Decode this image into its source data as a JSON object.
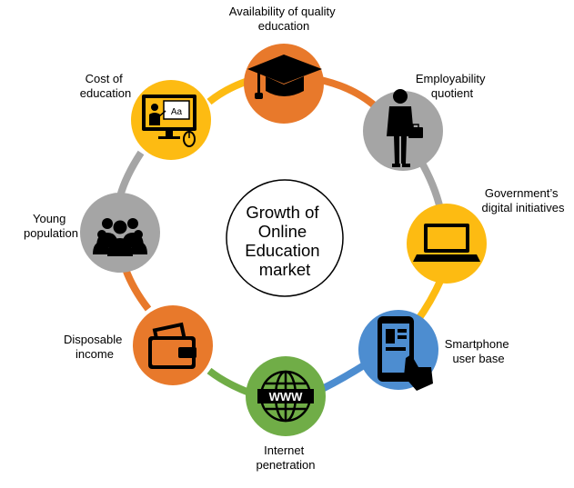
{
  "center": {
    "lines": [
      "Growth of",
      "Online",
      "Education",
      "market"
    ]
  },
  "colors": {
    "orange": "#E8792B",
    "gray": "#A5A5A5",
    "yellow": "#FDBB12",
    "blue": "#4D8DD0",
    "green": "#70AD47",
    "black": "#000000"
  },
  "nodes": [
    {
      "id": "quality",
      "icon": "graduation-cap-icon",
      "color": "#E8792B",
      "label": [
        "Availability of quality",
        "education"
      ]
    },
    {
      "id": "employability",
      "icon": "businessman-icon",
      "color": "#A5A5A5",
      "label": [
        "Employability",
        "quotient"
      ]
    },
    {
      "id": "government",
      "icon": "laptop-icon",
      "color": "#FDBB12",
      "label": [
        "Government’s",
        "digital initiatives"
      ]
    },
    {
      "id": "smartphone",
      "icon": "smartphone-icon",
      "color": "#4D8DD0",
      "label": [
        "Smartphone",
        "user base"
      ]
    },
    {
      "id": "internet",
      "icon": "www-globe-icon",
      "color": "#70AD47",
      "label": [
        "Internet",
        "penetration"
      ]
    },
    {
      "id": "income",
      "icon": "wallet-icon",
      "color": "#E8792B",
      "label": [
        "Disposable",
        "income"
      ]
    },
    {
      "id": "young",
      "icon": "people-group-icon",
      "color": "#A5A5A5",
      "label": [
        "Young",
        "population"
      ]
    },
    {
      "id": "cost",
      "icon": "online-classroom-icon",
      "color": "#FDBB12",
      "label": [
        "Cost of",
        "education"
      ]
    }
  ]
}
